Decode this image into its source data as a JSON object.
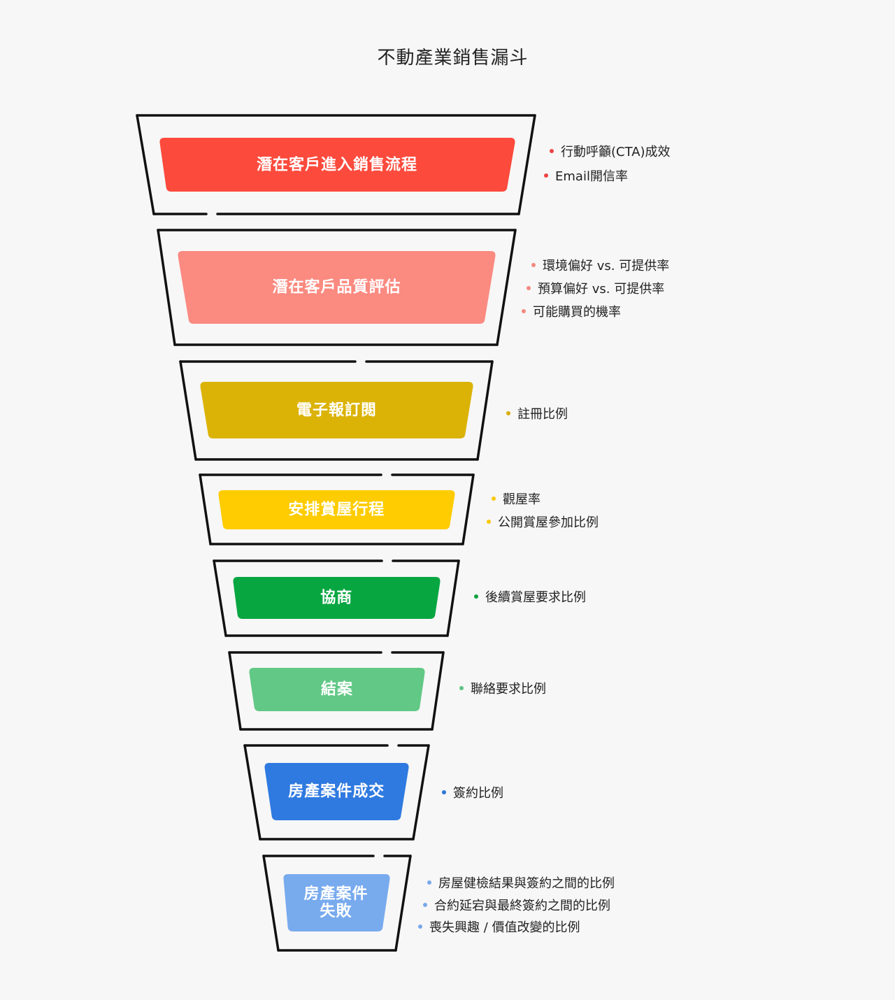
{
  "title": "不動產業銷售漏斗",
  "stages": [
    {
      "label": "潛在客戶進入銷售流程",
      "color": "#fc4a3c",
      "dot_color": "#ef4444",
      "metrics": [
        "行動呼籲(CTA)成效",
        "Email開信率"
      ]
    },
    {
      "label": "潛在客戶品質評估",
      "color": "#fb8a80",
      "dot_color": "#f4897f",
      "metrics": [
        "環境偏好 vs. 可提供率",
        "預算偏好 vs. 可提供率",
        "可能購買的機率"
      ]
    },
    {
      "label": "電子報訂閱",
      "color": "#dbb307",
      "dot_color": "#d9ae0a",
      "metrics": [
        "註冊比例"
      ]
    },
    {
      "label": "安排賞屋行程",
      "color": "#fecc00",
      "dot_color": "#f9c800",
      "metrics": [
        "觀屋率",
        "公開賞屋參加比例"
      ]
    },
    {
      "label": "協商",
      "color": "#08a641",
      "dot_color": "#0c9f3f",
      "metrics": [
        "後續賞屋要求比例"
      ]
    },
    {
      "label": "結案",
      "color": "#61c885",
      "dot_color": "#5fc383",
      "metrics": [
        "聯絡要求比例"
      ]
    },
    {
      "label": "房產案件成交",
      "color": "#2f7ae0",
      "dot_color": "#2d76da",
      "metrics": [
        "簽約比例"
      ]
    },
    {
      "label": "房產案件\n失敗",
      "color": "#78aaee",
      "dot_color": "#78a8ea",
      "metrics": [
        "房屋健檢結果與簽約之間的比例",
        "合約延宕與最終簽約之間的比例",
        "喪失興趣 / 價值改變的比例"
      ]
    }
  ]
}
